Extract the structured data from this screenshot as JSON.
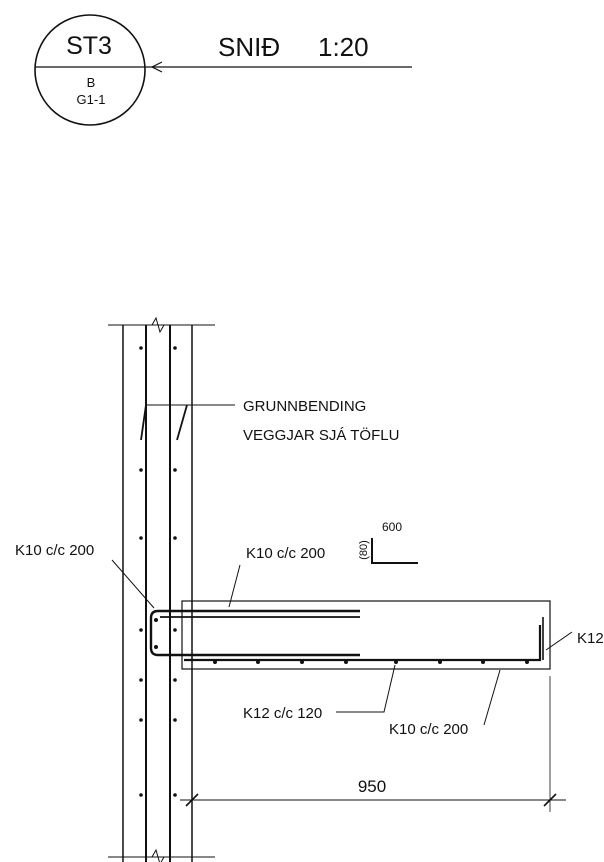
{
  "section_marker": {
    "id": "ST3",
    "sheet": "B",
    "detail": "G1-1",
    "title": "SNIÐ",
    "scale": "1:20"
  },
  "annotations": {
    "wall_rebar_line1": "GRUNNBENDING",
    "wall_rebar_line2": "VEGGJAR SJÁ TÖFLU",
    "left_callout": "K10 c/c 200",
    "top_bar_callout": "K10 c/c 200",
    "right_callout": "K12",
    "bottom_bar_callout": "K12 c/c 120",
    "stirrup_callout": "K10 c/c 200"
  },
  "bar_shape": {
    "length": "600",
    "leg": "(80)"
  },
  "dimension": {
    "slab_length": "950"
  }
}
